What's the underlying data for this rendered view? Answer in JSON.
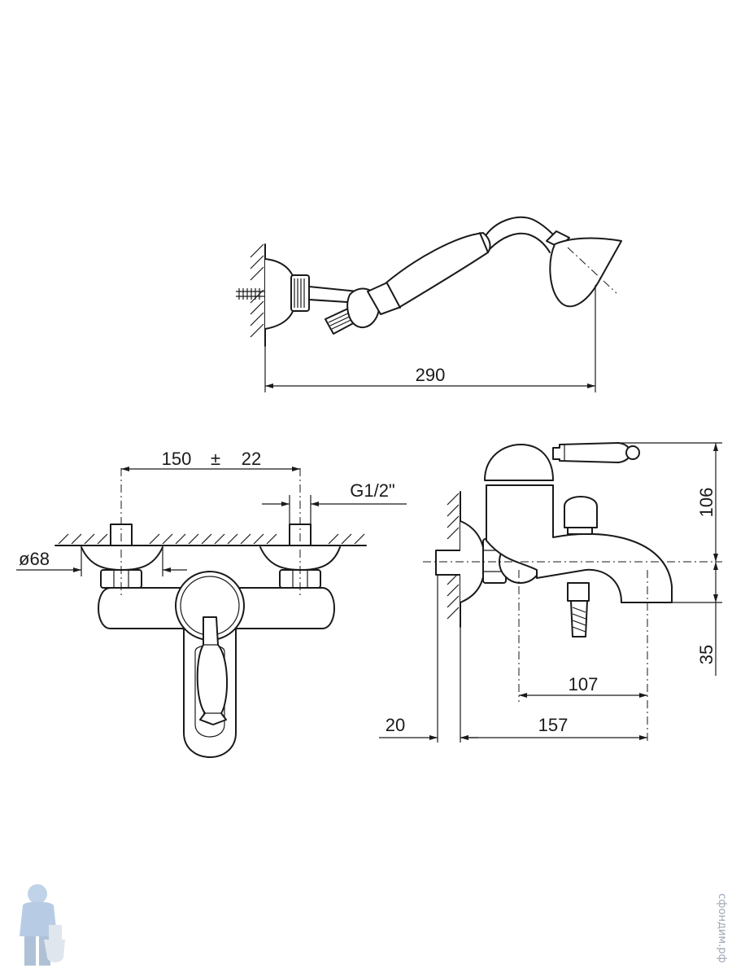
{
  "dimensions": {
    "shower_length": "290",
    "inlet_spacing": "150",
    "tolerance_sign": "±",
    "tolerance_value": "22",
    "thread": "G1/2\"",
    "flange_diameter": "ø68",
    "height_above_axis": "106",
    "height_below_axis": "35",
    "spout_outlet": "107",
    "wall_offset": "20",
    "spout_reach": "157"
  },
  "watermark": {
    "site": "сфондим.рф"
  }
}
